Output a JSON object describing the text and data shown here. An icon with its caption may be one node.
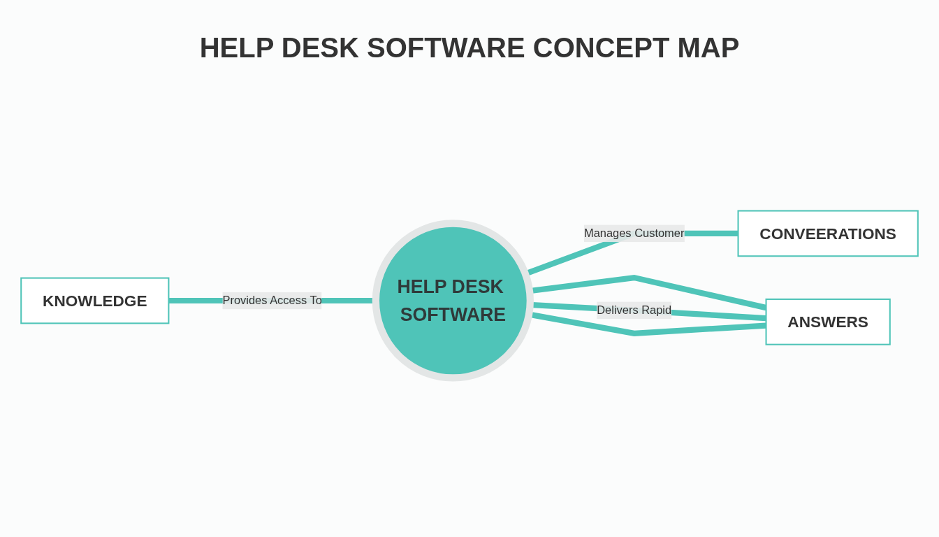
{
  "diagram": {
    "title": "HELP DESK SOFTWARE CONCEPT MAP",
    "nodes": [
      {
        "text": [
          "HELP DESK SOFTWARE"
        ]
      },
      {
        "text": [
          "KNOWLEDGE"
        ]
      },
      {
        "text": [
          "CONVEERATIONS"
        ]
      },
      {
        "text": [
          "ANSWERS"
        ]
      }
    ],
    "edges": [
      {
        "from": 1,
        "to": 0,
        "arrow": "none",
        "label": "Provides Access To"
      },
      {
        "from": 0,
        "to": 2,
        "arrow": "none",
        "label": "Manages Customer"
      },
      {
        "from": 0,
        "to": 3,
        "arrow": "none"
      },
      {
        "from": 0,
        "to": 3,
        "arrow": "none",
        "label": "Delivers Rapid"
      },
      {
        "from": 0,
        "to": 3,
        "arrow": "none"
      }
    ]
  }
}
